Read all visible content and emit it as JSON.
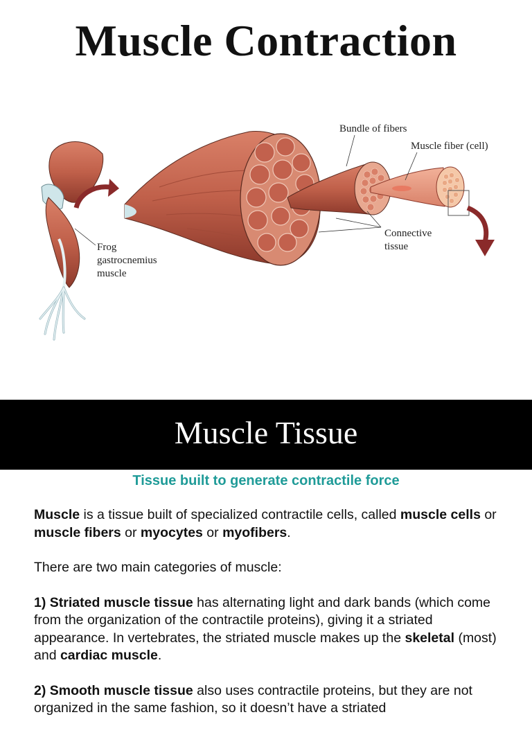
{
  "slide1": {
    "title": "Muscle Contraction",
    "labels": {
      "bundle": "Bundle of fibers",
      "fiber": "Muscle fiber (cell)",
      "frog_1": "Frog",
      "frog_2": "gastrocnemius",
      "frog_3": "muscle",
      "connective_1": "Connective",
      "connective_2": "tissue"
    },
    "colors": {
      "muscle": "#c0604a",
      "muscle_dark": "#8e3a2c",
      "arrow": "#8a2a2a",
      "tendon": "#cfe6ea"
    }
  },
  "slide2": {
    "title": "Muscle Tissue",
    "subtitle": "Tissue built to generate contractile force",
    "p1": {
      "t1": "Muscle",
      "t2": " is a tissue built of specialized contractile cells, called ",
      "t3": "muscle cells",
      "t4": " or ",
      "t5": "muscle fibers",
      "t6": " or ",
      "t7": "myocytes",
      "t8": " or ",
      "t9": "myofibers",
      "t10": "."
    },
    "p2": "There are two main categories of muscle:",
    "p3": {
      "t1": "1) Striated muscle tissue",
      "t2": " has alternating light and dark bands (which come from the organization of the contractile proteins), giving it a striated appearance. In vertebrates, the striated muscle makes up the ",
      "t3": "skeletal",
      "t4": " (most) and ",
      "t5": "cardiac muscle",
      "t6": "."
    },
    "p4": {
      "t1": "2) Smooth muscle tissue",
      "t2": " also uses contractile proteins, but they are not organized in the same fashion, so it doesn’t have a striated"
    },
    "colors": {
      "header_bg": "#000000",
      "subtitle": "#1f9b98"
    }
  }
}
